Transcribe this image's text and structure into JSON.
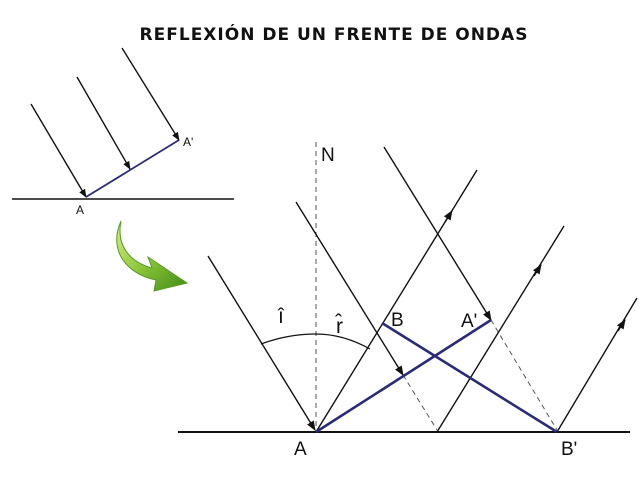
{
  "title": "REFLEXIÓN DE UN FRENTE DE ONDAS",
  "inset": {
    "label_A": "A",
    "label_A_prime": "A'"
  },
  "main": {
    "label_N": "N",
    "label_i": "î",
    "label_r": "r̂",
    "label_A": "A",
    "label_B": "B",
    "label_A_prime": "A'",
    "label_B_prime": "B'"
  },
  "colors": {
    "ink": "#111111",
    "wavefront": "#2a2a7a",
    "arrow_light": "#b8e05a",
    "arrow_dark": "#3f8a14"
  },
  "icons": [
    "curved-green-arrow-icon"
  ]
}
